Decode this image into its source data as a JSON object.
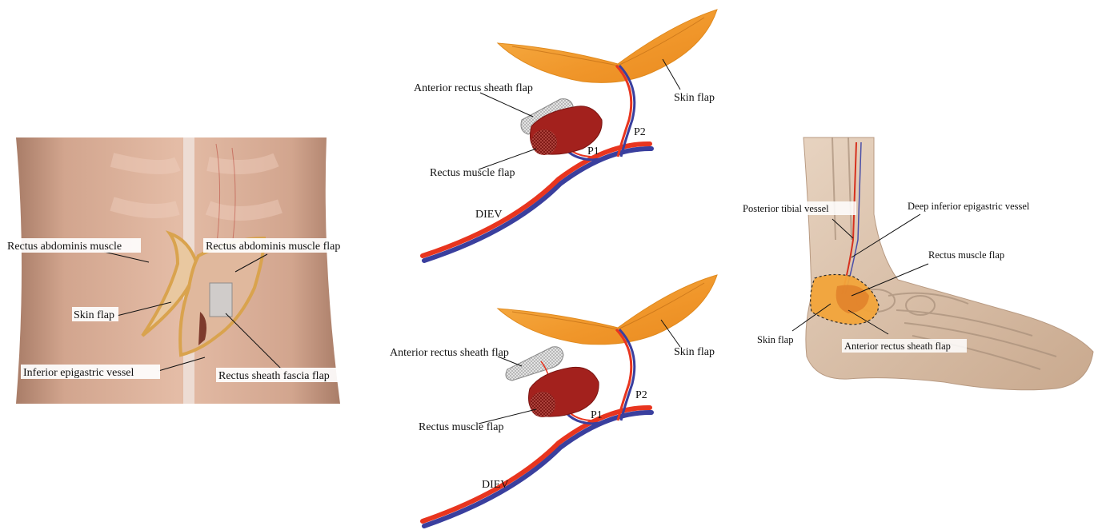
{
  "panel_a": {
    "labels": {
      "rectus_muscle": "Rectus abdominis muscle",
      "rectus_muscle_flap": "Rectus abdominis muscle flap",
      "skin_flap": "Skin flap",
      "inferior_epigastric": "Inferior epigastric vessel",
      "rectus_sheath_fascia_flap": "Rectus sheath fascia flap"
    }
  },
  "panel_b_top": {
    "labels": {
      "anterior_sheath": "Anterior rectus sheath flap",
      "rectus_muscle_flap": "Rectus muscle flap",
      "skin_flap": "Skin flap",
      "p1": "P1",
      "p2": "P2",
      "diev": "DIEV"
    }
  },
  "panel_b_bottom": {
    "labels": {
      "anterior_sheath": "Anterior rectus sheath flap",
      "rectus_muscle_flap": "Rectus muscle flap",
      "skin_flap": "Skin flap",
      "p1": "P1",
      "p2": "P2",
      "diev": "DIEV"
    }
  },
  "panel_c": {
    "labels": {
      "posterior_tibial": "Posterior tibial vessel",
      "deep_inferior_epigastric": "Deep inferior epigastric vessel",
      "rectus_muscle_flap": "Rectus muscle flap",
      "skin_flap": "Skin flap",
      "anterior_sheath": "Anterior rectus sheath flap"
    }
  },
  "colors": {
    "skin_flap_orange": "#f29a2e",
    "muscle_red": "#a3211d",
    "artery_red": "#e8351f",
    "vein_blue": "#3a3f9e",
    "abdomen_skin": "#d9a98f",
    "foot_skin": "#d8bfa8"
  }
}
